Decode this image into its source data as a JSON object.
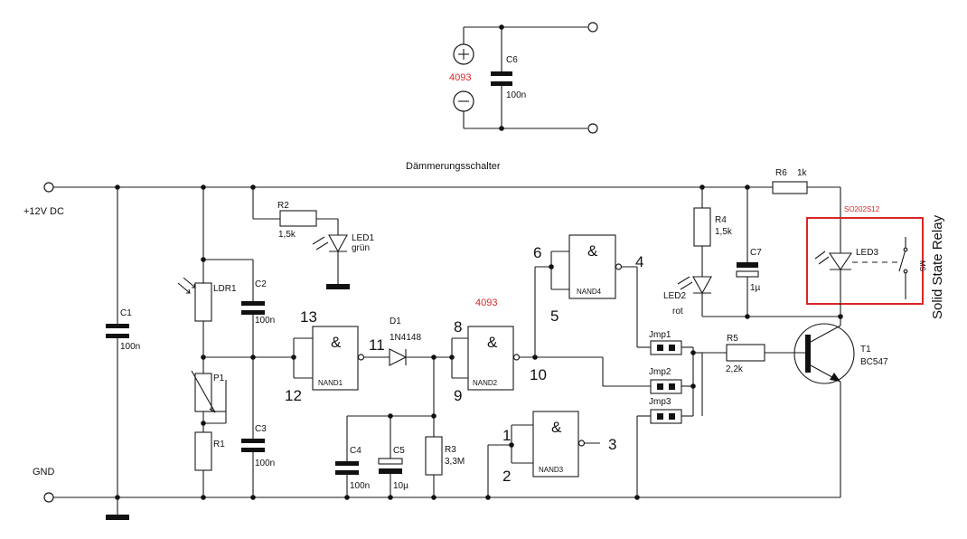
{
  "title": "Dämmerungsschalter",
  "supply": {
    "plus_label": "+12V DC",
    "gnd_label": "GND",
    "ic_label": "4093",
    "c6_name": "C6",
    "c6_value": "100n"
  },
  "components": {
    "c1": {
      "name": "C1",
      "value": "100n"
    },
    "c2": {
      "name": "C2",
      "value": "100n"
    },
    "c3": {
      "name": "C3",
      "value": "100n"
    },
    "c4": {
      "name": "C4",
      "value": "100n"
    },
    "c5": {
      "name": "C5",
      "value": "10µ"
    },
    "c7": {
      "name": "C7",
      "value": "1µ"
    },
    "ldr1": {
      "name": "LDR1"
    },
    "p1": {
      "name": "P1"
    },
    "r1": {
      "name": "R1"
    },
    "r2": {
      "name": "R2",
      "value": "1,5k"
    },
    "r3": {
      "name": "R3",
      "value": "3,3M"
    },
    "r4": {
      "name": "R4",
      "value": "1,5k"
    },
    "r5": {
      "name": "R5",
      "value": "2,2k"
    },
    "r6": {
      "name": "R6",
      "value": "1k"
    },
    "led1": {
      "name": "LED1",
      "value": "grün"
    },
    "led2": {
      "name": "LED2",
      "value": "rot"
    },
    "led3": {
      "name": "LED3"
    },
    "d1": {
      "name": "D1",
      "value": "1N4148"
    },
    "t1": {
      "name": "T1",
      "value": "BC547"
    },
    "jmp1": {
      "name": "Jmp1"
    },
    "jmp2": {
      "name": "Jmp2"
    },
    "jmp3": {
      "name": "Jmp3"
    },
    "relay": {
      "part": "SO202S12",
      "label": "Solid State Relay",
      "icon_text": "MS"
    }
  },
  "gates": {
    "ic_label": "4093",
    "symbol": "&",
    "nand1": {
      "name": "NAND1",
      "pin_a": "13",
      "pin_b": "12",
      "pin_out": "11"
    },
    "nand2": {
      "name": "NAND2",
      "pin_a": "8",
      "pin_b": "9",
      "pin_out": "10"
    },
    "nand3": {
      "name": "NAND3",
      "pin_a": "1",
      "pin_b": "2",
      "pin_out": "3"
    },
    "nand4": {
      "name": "NAND4",
      "pin_a": "6",
      "pin_b": "5",
      "pin_out": "4"
    }
  },
  "colors": {
    "wire": "#1a1a1a",
    "highlight": "#d92626"
  }
}
